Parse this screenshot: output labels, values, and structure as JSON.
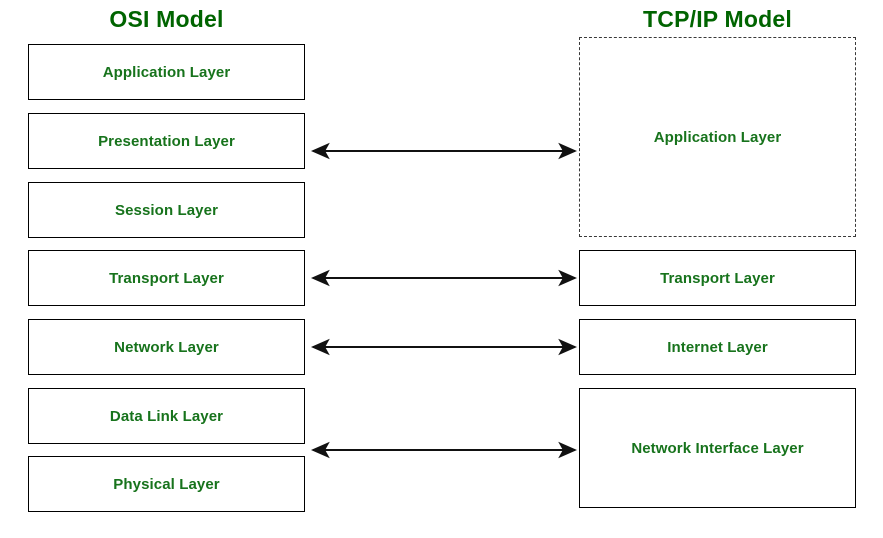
{
  "diagram": {
    "title": "OSI Model vs TCP/IP Model",
    "accent_color": "#006400",
    "label_color": "#17731c",
    "box_border_color": "#000000",
    "background_color": "#ffffff"
  },
  "columns": {
    "osi": {
      "title": "OSI Model",
      "layers": [
        {
          "label": "Application Layer"
        },
        {
          "label": "Presentation Layer"
        },
        {
          "label": "Session Layer"
        },
        {
          "label": "Transport Layer"
        },
        {
          "label": "Network Layer"
        },
        {
          "label": "Data Link Layer"
        },
        {
          "label": "Physical Layer"
        }
      ]
    },
    "tcpip": {
      "title": "TCP/IP Model",
      "layers": [
        {
          "label": "Application Layer",
          "border_style": "dashed"
        },
        {
          "label": "Transport Layer",
          "border_style": "solid"
        },
        {
          "label": "Internet Layer",
          "border_style": "solid"
        },
        {
          "label": "Network Interface Layer",
          "border_style": "solid"
        }
      ]
    }
  },
  "mappings": [
    {
      "from": "Presentation Layer",
      "to": "Application Layer",
      "style": "double-headed-arrow"
    },
    {
      "from": "Transport Layer",
      "to": "Transport Layer",
      "style": "double-headed-arrow"
    },
    {
      "from": "Network Layer",
      "to": "Internet Layer",
      "style": "double-headed-arrow"
    },
    {
      "from": "Data Link Layer",
      "to": "Network Interface Layer",
      "style": "double-headed-arrow"
    }
  ]
}
